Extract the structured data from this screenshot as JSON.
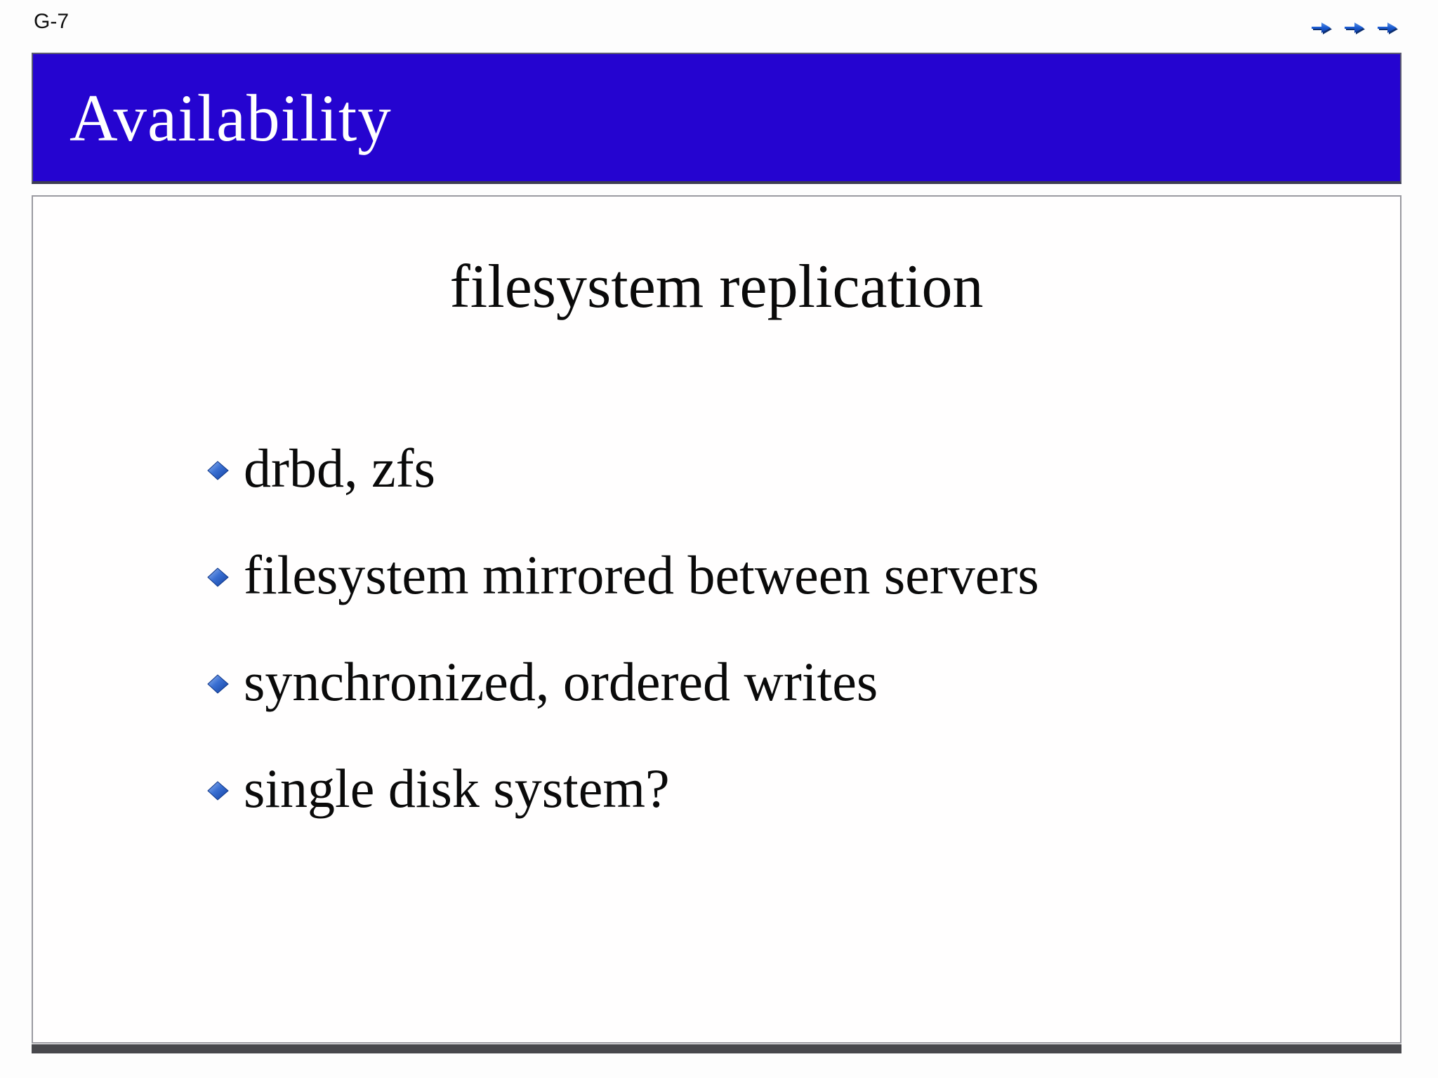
{
  "page": {
    "slide_id": "G-7"
  },
  "nav": {
    "arrow_icon": "forward-arrow",
    "arrow_color": "#1a5ad0",
    "arrow_shadow_color": "#0e3070"
  },
  "header": {
    "title": "Availability",
    "bg_color": "#2504d0",
    "text_color": "#ffffff"
  },
  "content": {
    "subtitle": "filesystem replication",
    "bullets": [
      "drbd, zfs",
      "filesystem mirrored between servers",
      "synchronized, ordered writes",
      "single disk system?"
    ],
    "bullet_icon": "blue-diamond",
    "bullet_color_light": "#7fa9ec",
    "bullet_color_dark": "#11409f"
  },
  "footer": {
    "shadow_color": "#48484c"
  }
}
